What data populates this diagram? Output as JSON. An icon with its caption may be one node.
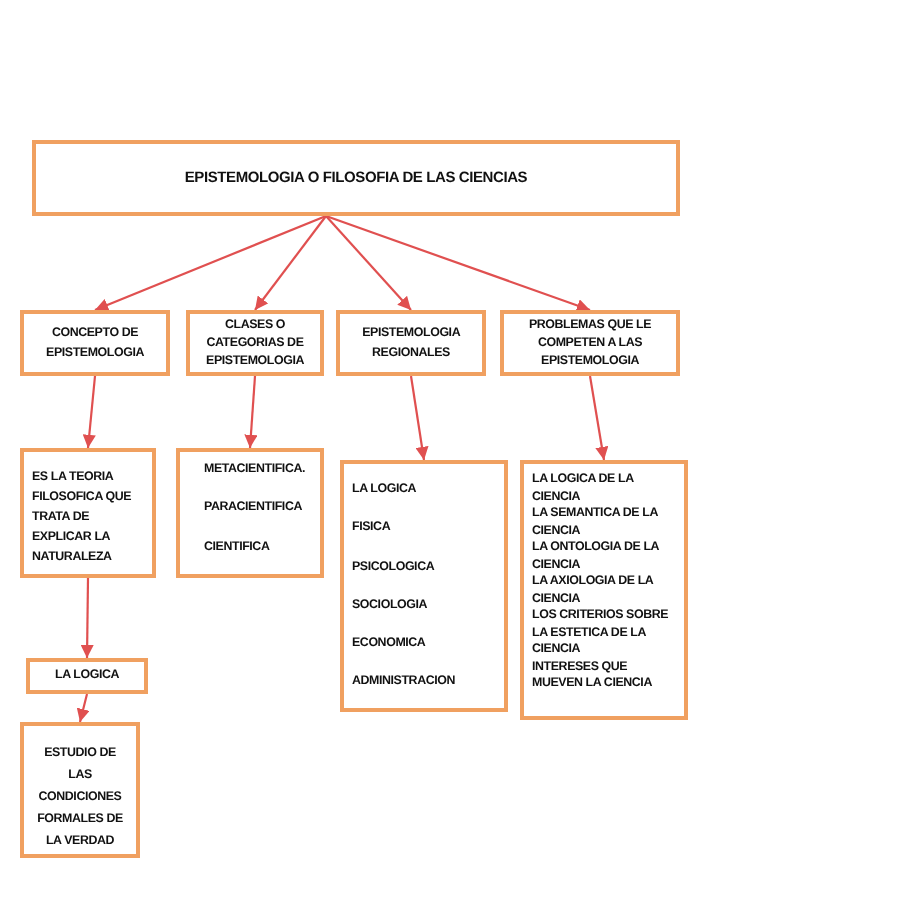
{
  "diagram": {
    "nodes": [
      {
        "text": [
          "EPISTEMOLOGIA O FILOSOFIA DE LAS CIENCIAS"
        ]
      },
      {
        "text": [
          "CONCEPTO DE EPISTEMOLOGIA"
        ]
      },
      {
        "text": [
          "CLASES O CATEGORIAS DE EPISTEMOLOGIA"
        ]
      },
      {
        "text": [
          "EPISTEMOLOGIA REGIONALES"
        ]
      },
      {
        "text": [
          "PROBLEMAS QUE LE COMPETEN A LAS EPISTEMOLOGIA"
        ]
      },
      {
        "text": [
          "ES LA TEORIA FILOSOFICA QUE TRATA DE EXPLICAR LA NATURALEZA"
        ]
      },
      {
        "text": [
          "METACIENTIFICA.",
          "PARACIENTIFICA",
          "CIENTIFICA"
        ]
      },
      {
        "text": [
          "LA LOGICA",
          "FISICA",
          "PSICOLOGICA",
          "SOCIOLOGIA",
          "ECONOMICA",
          "ADMINISTRACION"
        ]
      },
      {
        "text": [
          "LA LOGICA DE LA CIENCIA",
          "LA SEMANTICA DE LA CIENCIA",
          "LA ONTOLOGIA DE LA CIENCIA",
          "LA AXIOLOGIA DE LA CIENCIA",
          "LOS CRITERIOS SOBRE LA ESTETICA DE LA CIENCIA",
          "INTERESES QUE MUEVEN LA CIENCIA"
        ]
      },
      {
        "text": [
          "LA LOGICA"
        ]
      },
      {
        "text": [
          "ESTUDIO DE LAS CONDICIONES FORMALES DE LA VERDAD"
        ]
      }
    ],
    "edges": [
      {
        "from": 0,
        "to": 1,
        "arrow": "to"
      },
      {
        "from": 0,
        "to": 2,
        "arrow": "to"
      },
      {
        "from": 0,
        "to": 3,
        "arrow": "to"
      },
      {
        "from": 0,
        "to": 4,
        "arrow": "to"
      },
      {
        "from": 1,
        "to": 5,
        "arrow": "to"
      },
      {
        "from": 2,
        "to": 6,
        "arrow": "to"
      },
      {
        "from": 3,
        "to": 7,
        "arrow": "to"
      },
      {
        "from": 4,
        "to": 8,
        "arrow": "to"
      },
      {
        "from": 5,
        "to": 9,
        "arrow": "to"
      },
      {
        "from": 9,
        "to": 10,
        "arrow": "to"
      }
    ]
  }
}
